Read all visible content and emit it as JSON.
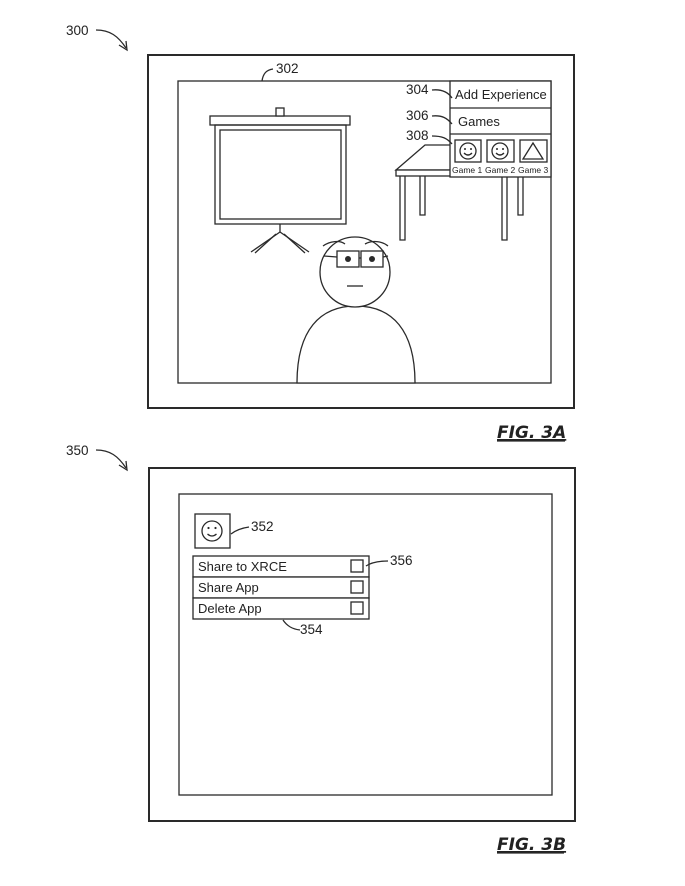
{
  "fig3a": {
    "ref_main": "300",
    "ref_view": "302",
    "ref_add": "304",
    "ref_games": "306",
    "ref_icons": "308",
    "menu_add_experience": "Add Experience",
    "menu_games": "Games",
    "game_labels": [
      "Game 1",
      "Game 2",
      "Game 3"
    ],
    "caption": "FIG. 3A"
  },
  "fig3b": {
    "ref_main": "350",
    "ref_icon": "352",
    "ref_menu": "354",
    "ref_boxes": "356",
    "menu_items": [
      "Share to XRCE",
      "Share App",
      "Delete App"
    ],
    "caption": "FIG. 3B"
  }
}
